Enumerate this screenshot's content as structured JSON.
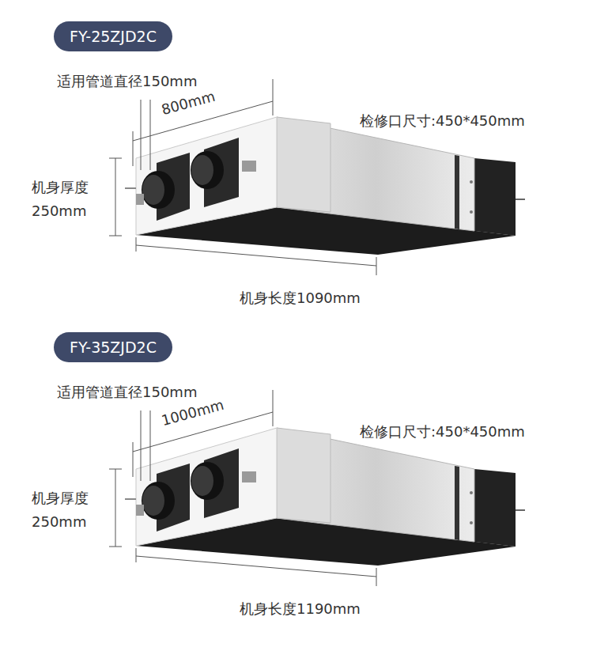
{
  "diagram": {
    "nodes": [
      {
        "text": [
          "FY-25ZJD2C"
        ]
      },
      {
        "text": [
          "FY-35ZJD2C"
        ]
      }
    ],
    "labels": [
      "适用管道直径150mm",
      "800mm",
      "检修口尺寸:450*450mm",
      "机身厚度 250mm",
      "机身长度1090mm",
      "适用管道直径150mm",
      "1000mm",
      "检修口尺寸:450*450mm",
      "机身厚度 250mm",
      "机身长度1190mm"
    ]
  }
}
